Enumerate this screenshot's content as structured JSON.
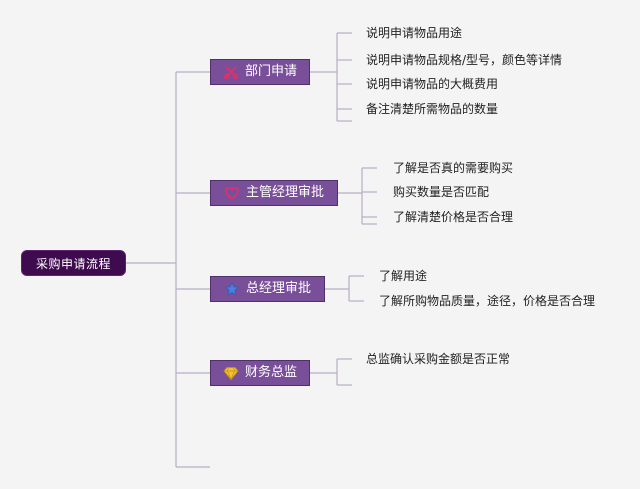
{
  "root": {
    "label": "采购申请流程"
  },
  "branches": [
    {
      "label": "部门申请",
      "icon": "scissors-icon",
      "items": [
        "说明申请物品用途",
        "说明申请物品规格/型号，颜色等详情",
        "说明申请物品的大概费用",
        "备注清楚所需物品的数量"
      ]
    },
    {
      "label": "主管经理审批",
      "icon": "heart-icon",
      "items": [
        "了解是否真的需要购买",
        "购买数量是否匹配",
        "了解清楚价格是否合理"
      ]
    },
    {
      "label": "总经理审批",
      "icon": "star-icon",
      "items": [
        "了解用途",
        "了解所购物品质量，途径，价格是否合理"
      ]
    },
    {
      "label": "财务总监",
      "icon": "diamond-icon",
      "items": [
        "总监确认采购金额是否正常"
      ]
    }
  ],
  "colors": {
    "root_bg": "#3f0b4f",
    "node_bg": "#7a4f9a",
    "line": "#b9aec6"
  }
}
